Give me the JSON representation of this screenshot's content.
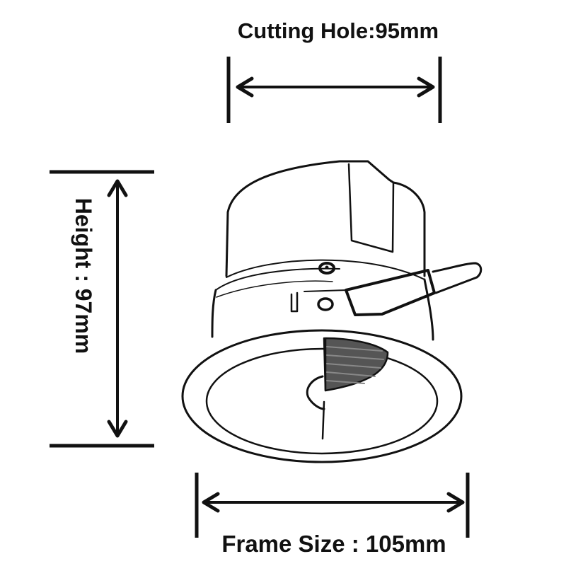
{
  "diagram": {
    "subject": "recessed downlight dimension drawing",
    "colors": {
      "ink": "#111111",
      "background": "#ffffff",
      "shade": "#555555"
    },
    "dimensions": {
      "cutting_hole": {
        "label": "Cutting Hole:95mm",
        "value_mm": 95
      },
      "height": {
        "label": "Height : 97mm",
        "value_mm": 97
      },
      "frame_size": {
        "label": "Frame Size : 105mm",
        "value_mm": 105
      }
    }
  }
}
